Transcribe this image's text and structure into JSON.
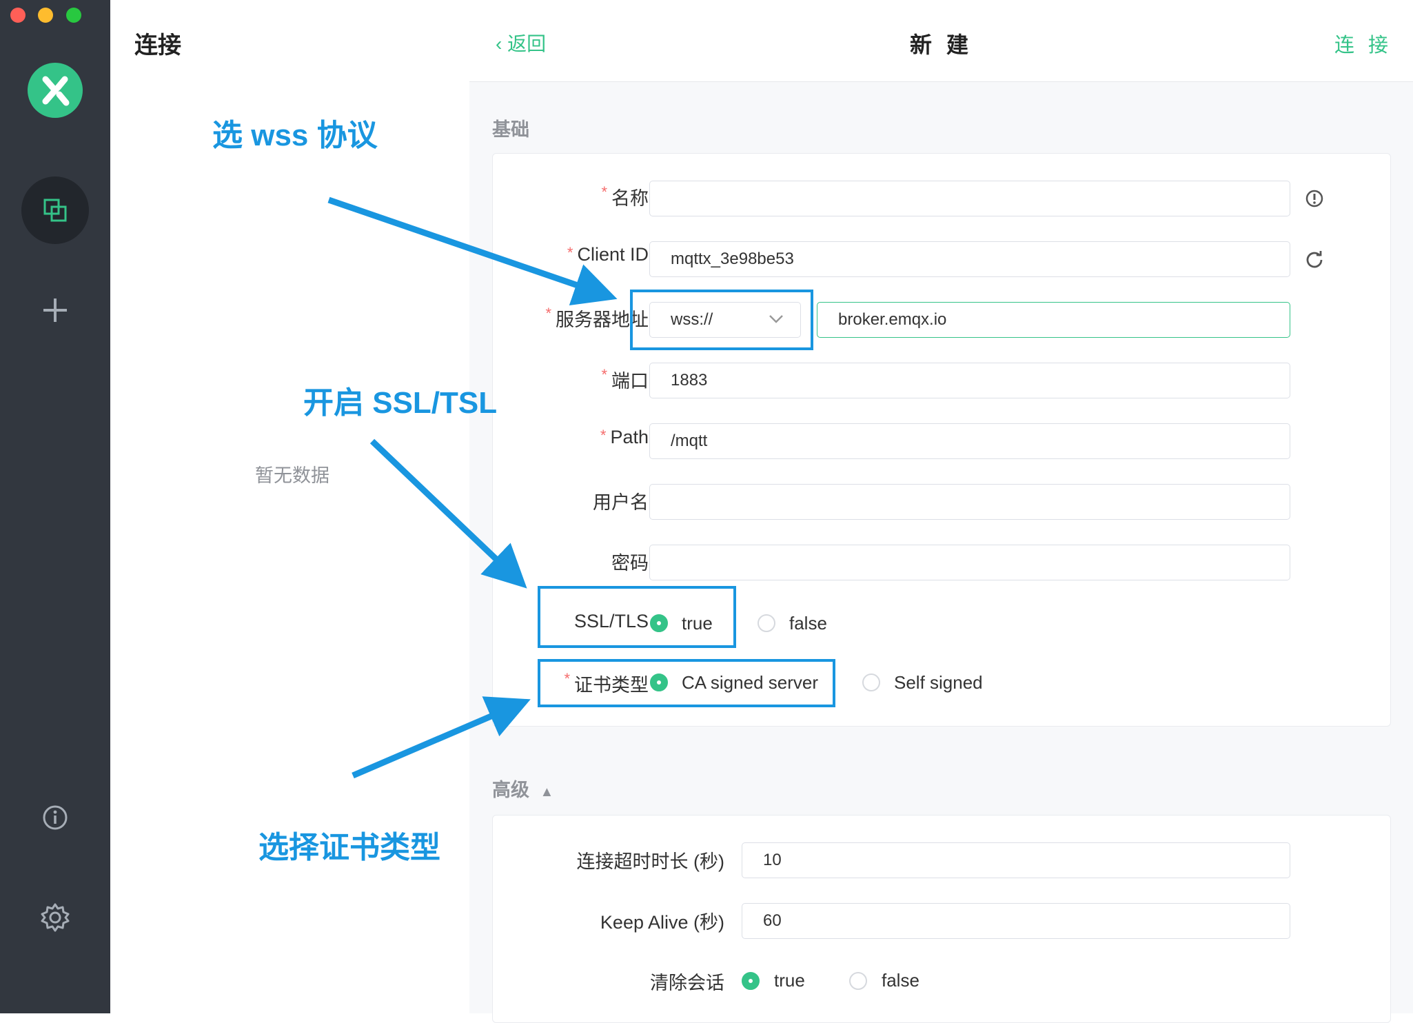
{
  "sidebar": {
    "items": [
      "connections-icon",
      "plus-icon",
      "info-icon",
      "settings-icon"
    ]
  },
  "list": {
    "title": "连接",
    "empty": "暂无数据"
  },
  "header": {
    "back": "返回",
    "title": "新 建",
    "connect": "连 接"
  },
  "basic": {
    "title": "基础",
    "name_label": "名称",
    "name_value": "",
    "client_id_label": "Client ID",
    "client_id_value": "mqttx_3e98be53",
    "host_label": "服务器地址",
    "protocol": "wss://",
    "host": "broker.emqx.io",
    "port_label": "端口",
    "port": "1883",
    "path_label": "Path",
    "path": "/mqtt",
    "username_label": "用户名",
    "username": "",
    "password_label": "密码",
    "password": "",
    "ssl_label": "SSL/TLS",
    "ssl_true": "true",
    "ssl_false": "false",
    "cert_label": "证书类型",
    "cert_ca": "CA signed server",
    "cert_self": "Self signed"
  },
  "advanced": {
    "title": "高级",
    "timeout_label": "连接超时时长 (秒)",
    "timeout": "10",
    "keepalive_label": "Keep Alive (秒)",
    "keepalive": "60",
    "clean_label": "清除会话",
    "clean_true": "true",
    "clean_false": "false"
  },
  "annotations": {
    "a1": "选 wss 协议",
    "a2": "开启 SSL/TSL",
    "a3": "选择证书类型"
  },
  "colors": {
    "accent": "#34c388",
    "annotation": "#1996e0",
    "rail": "#32373f"
  }
}
